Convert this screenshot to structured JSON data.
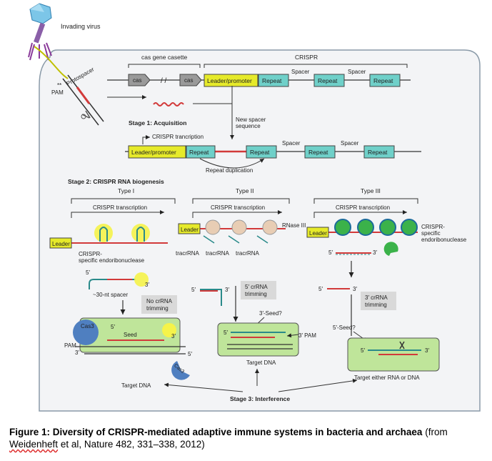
{
  "labels": {
    "invading_virus": "Invading virus",
    "pam": "PAM",
    "pam_stars": "**",
    "protospacer": "Protospacer",
    "cas_cassette": "cas gene casette",
    "crispr": "CRISPR",
    "cas": "cas",
    "leader_promoter": "Leader/promoter",
    "repeat": "Repeat",
    "spacer": "Spacer",
    "stage1": "Stage 1: Acquisition",
    "new_spacer_1": "New spacer",
    "new_spacer_2": "sequence",
    "crispr_transcription": "CRISPR trancription",
    "repeat_duplication": "Repeat duplication",
    "stage2": "Stage 2: CRISPR RNA biogenesis",
    "type1": "Type I",
    "type2": "Type II",
    "type3": "Type III",
    "crispr_transcription2": "CRISPR transcription",
    "leader": "Leader",
    "rnase3": "RNase III",
    "tracrrna": "tracrRNA",
    "crispr_specific_1": "CRISPR-",
    "crispr_specific_2": "specific endoribonuclease",
    "crispr_specific_r1": "CRISPR-",
    "crispr_specific_r2": "specific",
    "crispr_specific_r3": "endoribonuclease",
    "five_prime": "5′",
    "three_prime": "3′",
    "spacer_30nt": "~30-nt spacer",
    "no_crrna_1": "No crRNA",
    "no_crrna_2": "trimming",
    "five_crrna_1": "5′ crRNA",
    "five_crrna_2": "trimming",
    "three_crrna_1": "3′ crRNA",
    "three_crrna_2": "trimming",
    "cas3": "Cas3",
    "seed": "Seed",
    "three_seed": "3′-Seed?",
    "five_seed": "5′-Seed?",
    "three_pam": "3′ PAM",
    "target_dna": "Target DNA",
    "target_either": "Target either RNA or DNA",
    "stage3": "Stage 3: Interference"
  },
  "caption": {
    "bold": "Figure 1: Diversity of CRISPR-mediated adaptive immune systems in bacteria and archaea",
    "pre": " (from ",
    "author": "Weidenheft",
    "post": " et al, Nature 482, 331–338, 2012)"
  },
  "colors": {
    "leader": "#e6ea2a",
    "repeat": "#6fd0c9",
    "panel": "#bfe59a",
    "cas3": "#4f7fc0",
    "spacer_red": "#d23a3a",
    "background_panel": "#f3f4f6"
  }
}
